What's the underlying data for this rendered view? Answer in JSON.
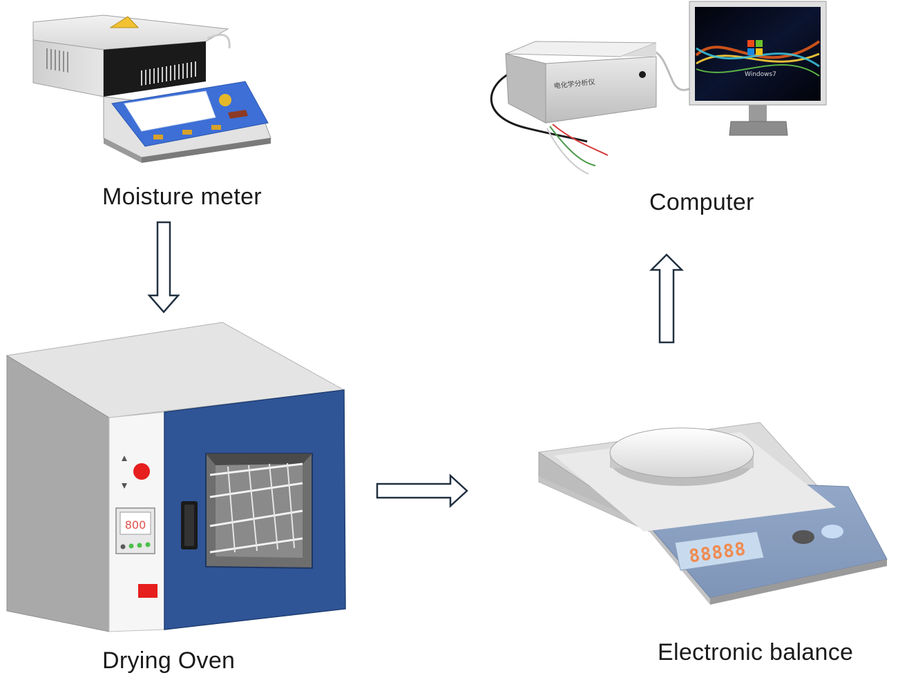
{
  "labels": {
    "moisture_meter": "Moisture meter",
    "computer": "Computer",
    "drying_oven": "Drying Oven",
    "electronic_balance": "Electronic balance"
  },
  "devices": {
    "analyzer_text": "电化学分析仪",
    "monitor_text": "Windows7",
    "oven_display": "800",
    "balance_display": "88888"
  },
  "flow": [
    {
      "from": "Moisture meter",
      "to": "Drying Oven"
    },
    {
      "from": "Drying Oven",
      "to": "Electronic balance"
    },
    {
      "from": "Electronic balance",
      "to": "Computer"
    }
  ],
  "colors": {
    "oven_door": "#2f5597",
    "arrow_stroke": "#203040",
    "display_text": "#e0504a",
    "balance_digits": "#f08a50"
  }
}
